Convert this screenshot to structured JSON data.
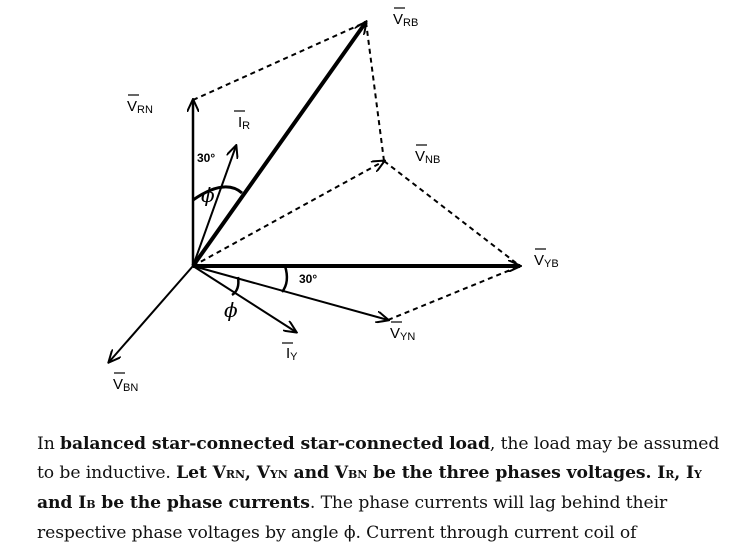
{
  "diagram": {
    "labels": {
      "v_rb": "V",
      "v_rb_sub": "RB",
      "v_rn": "V",
      "v_rn_sub": "RN",
      "i_r": "I",
      "i_r_sub": "R",
      "v_nb": "V",
      "v_nb_sub": "NB",
      "v_yb": "V",
      "v_yb_sub": "YB",
      "v_yn": "V",
      "v_yn_sub": "YN",
      "i_y": "I",
      "i_y_sub": "Y",
      "v_bn": "V",
      "v_bn_sub": "BN",
      "angle_upper": "30°",
      "angle_lower": "30°",
      "phi_upper": "ϕ",
      "phi_lower": "ϕ"
    }
  },
  "text": {
    "p1": "In ",
    "p2": "balanced star-connected star-connected load",
    "p3": ", the load may be assumed to be inductive. ",
    "p4": "Let V",
    "p4s": "RN",
    "p5": ", V",
    "p5s": "YN",
    "p6": "  and V",
    "p6s": "BN",
    "p7": " be the three phases voltages. I",
    "p7s": "R",
    "p8": ", I",
    "p8s": "Y",
    "p9": " and I",
    "p9s": "B",
    "p10": " be the phase currents",
    "p11": ". The phase currents will lag behind their respective phase voltages by angle ϕ. Current through current coil of"
  }
}
